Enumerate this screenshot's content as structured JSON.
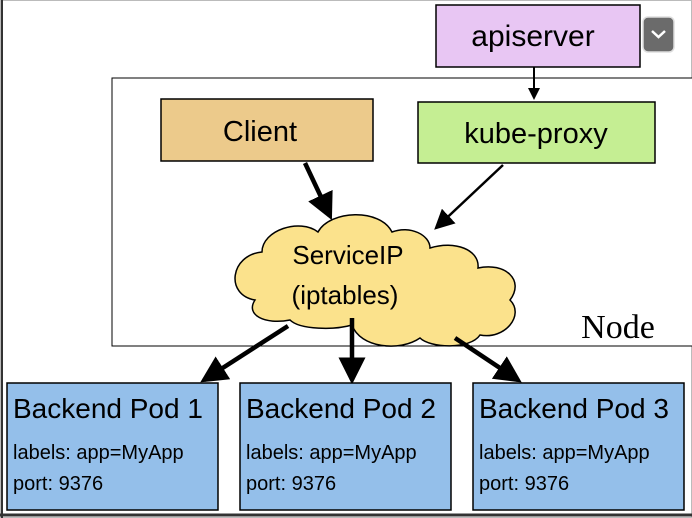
{
  "diagram": {
    "apiserver": {
      "label": "apiserver",
      "color": "#e8c6f3"
    },
    "node": {
      "label": "Node"
    },
    "client": {
      "label": "Client",
      "color": "#ecca8b"
    },
    "kube_proxy": {
      "label": "kube-proxy",
      "color": "#c5ee93"
    },
    "service": {
      "line1": "ServiceIP",
      "line2": "(iptables)",
      "color": "#fbe28c"
    },
    "pods": [
      {
        "title": "Backend Pod 1",
        "labels": "labels: app=MyApp",
        "port": "port: 9376"
      },
      {
        "title": "Backend Pod 2",
        "labels": "labels: app=MyApp",
        "port": "port: 9376"
      },
      {
        "title": "Backend Pod 3",
        "labels": "labels: app=MyApp",
        "port": "port: 9376"
      }
    ],
    "pod_color": "#94bfea",
    "edges": [
      {
        "from": "apiserver",
        "to": "kube-proxy"
      },
      {
        "from": "Client",
        "to": "ServiceIP"
      },
      {
        "from": "kube-proxy",
        "to": "ServiceIP"
      },
      {
        "from": "ServiceIP",
        "to": "Backend Pod 1"
      },
      {
        "from": "ServiceIP",
        "to": "Backend Pod 2"
      },
      {
        "from": "ServiceIP",
        "to": "Backend Pod 3"
      }
    ]
  },
  "controls": {
    "dropdown_icon": "chevron-down-icon"
  }
}
